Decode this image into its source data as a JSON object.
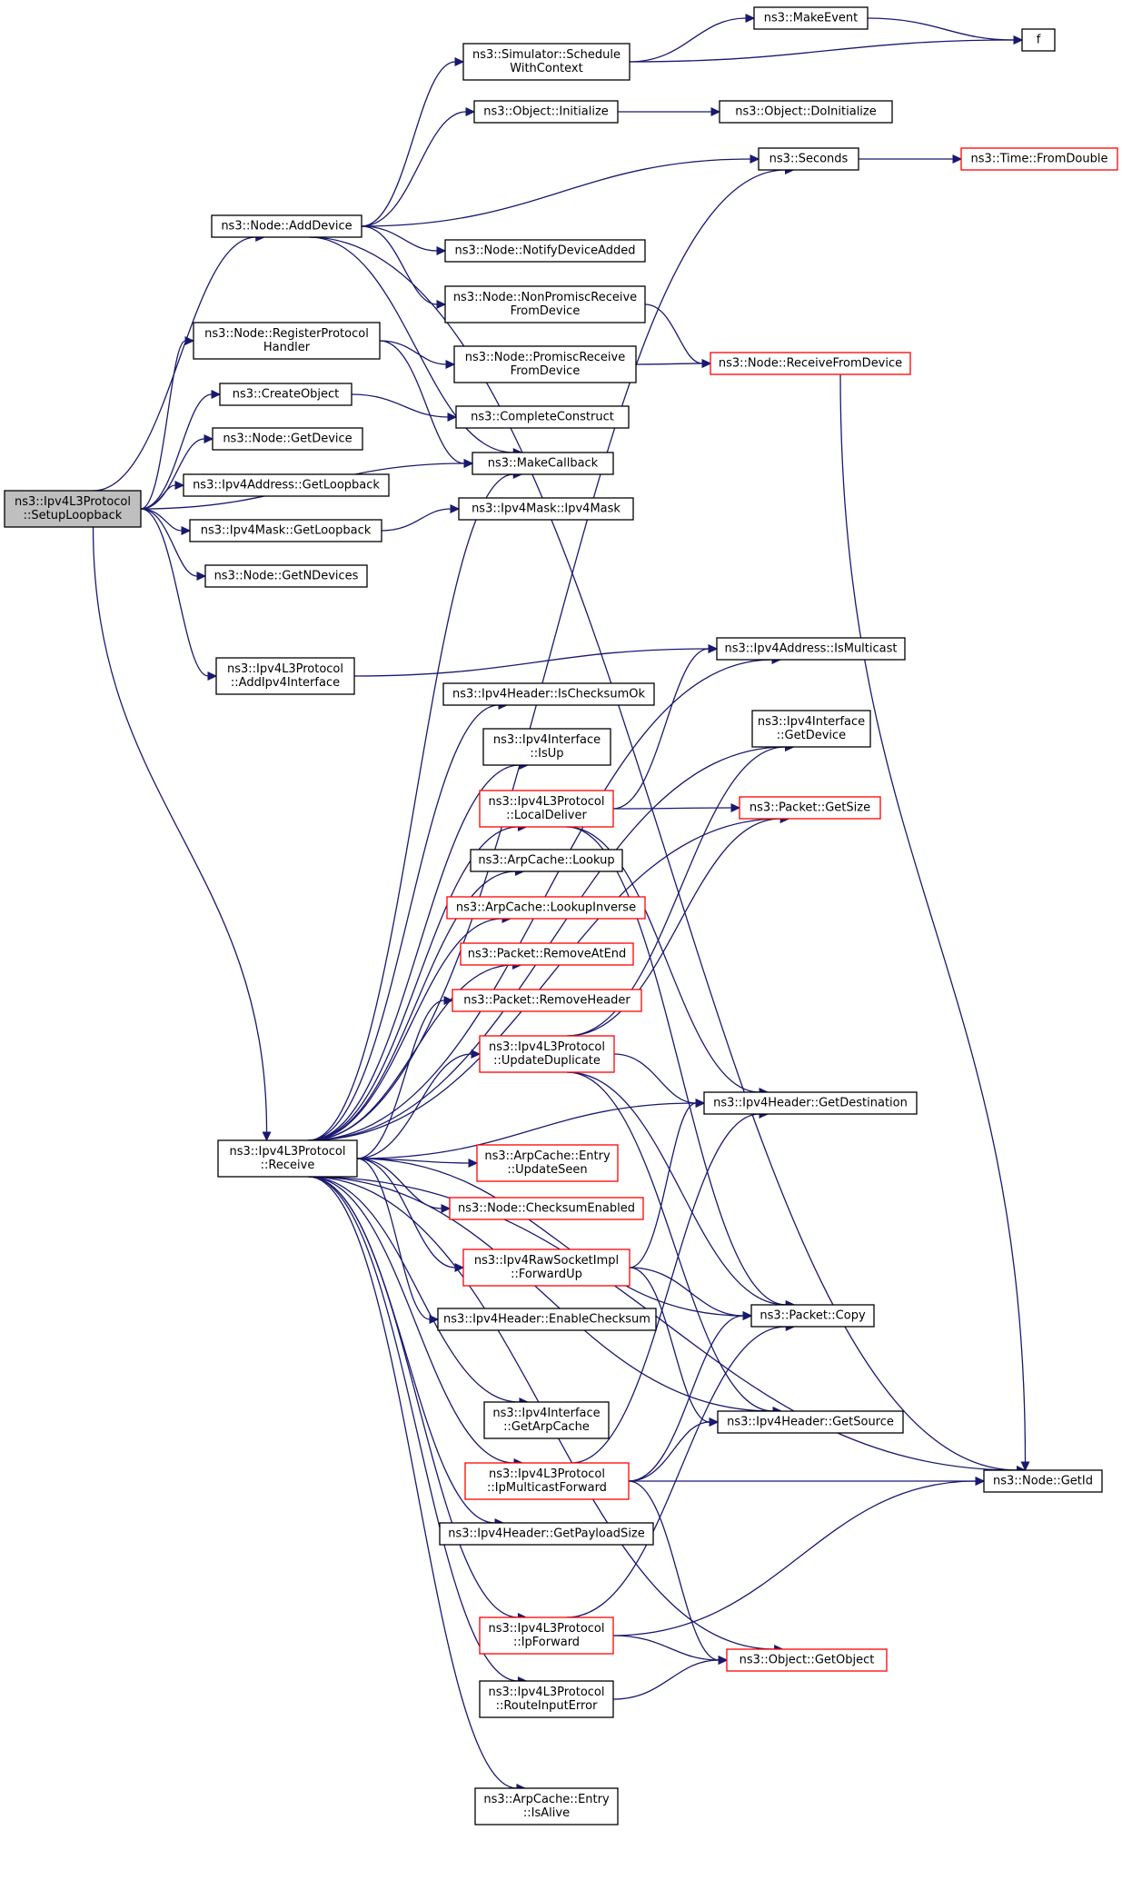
{
  "colors": {
    "edge": "#191970",
    "red_border": "#ff0000",
    "root_fill": "#bfbfbf"
  },
  "nodes": [
    {
      "id": "setup",
      "lines": [
        "ns3::Ipv4L3Protocol",
        "::SetupLoopback"
      ],
      "style": "root"
    },
    {
      "id": "adddev",
      "lines": [
        "ns3::Node::AddDevice"
      ],
      "style": "black"
    },
    {
      "id": "regproto",
      "lines": [
        "ns3::Node::RegisterProtocol",
        "Handler"
      ],
      "style": "black"
    },
    {
      "id": "createobj",
      "lines": [
        "ns3::CreateObject"
      ],
      "style": "black"
    },
    {
      "id": "getdevice",
      "lines": [
        "ns3::Node::GetDevice"
      ],
      "style": "black"
    },
    {
      "id": "addrloop",
      "lines": [
        "ns3::Ipv4Address::GetLoopback"
      ],
      "style": "black"
    },
    {
      "id": "maskloop",
      "lines": [
        "ns3::Ipv4Mask::GetLoopback"
      ],
      "style": "black"
    },
    {
      "id": "getndev",
      "lines": [
        "ns3::Node::GetNDevices"
      ],
      "style": "black"
    },
    {
      "id": "addif",
      "lines": [
        "ns3::Ipv4L3Protocol",
        "::AddIpv4Interface"
      ],
      "style": "black"
    },
    {
      "id": "receive",
      "lines": [
        "ns3::Ipv4L3Protocol",
        "::Receive"
      ],
      "style": "black"
    },
    {
      "id": "schedule",
      "lines": [
        "ns3::Simulator::Schedule",
        "WithContext"
      ],
      "style": "black"
    },
    {
      "id": "makeevent",
      "lines": [
        "ns3::MakeEvent"
      ],
      "style": "black"
    },
    {
      "id": "f",
      "lines": [
        "f"
      ],
      "style": "black"
    },
    {
      "id": "init",
      "lines": [
        "ns3::Object::Initialize"
      ],
      "style": "black"
    },
    {
      "id": "doinit",
      "lines": [
        "ns3::Object::DoInitialize"
      ],
      "style": "black"
    },
    {
      "id": "seconds",
      "lines": [
        "ns3::Seconds"
      ],
      "style": "black"
    },
    {
      "id": "fromdouble",
      "lines": [
        "ns3::Time::FromDouble"
      ],
      "style": "red"
    },
    {
      "id": "notifyadded",
      "lines": [
        "ns3::Node::NotifyDeviceAdded"
      ],
      "style": "black"
    },
    {
      "id": "nonpromisc",
      "lines": [
        "ns3::Node::NonPromiscReceive",
        "FromDevice"
      ],
      "style": "black"
    },
    {
      "id": "promisc",
      "lines": [
        "ns3::Node::PromiscReceive",
        "FromDevice"
      ],
      "style": "black"
    },
    {
      "id": "recvfromdev",
      "lines": [
        "ns3::Node::ReceiveFromDevice"
      ],
      "style": "red"
    },
    {
      "id": "completeconstruct",
      "lines": [
        "ns3::CompleteConstruct"
      ],
      "style": "black"
    },
    {
      "id": "makecallback",
      "lines": [
        "ns3::MakeCallback"
      ],
      "style": "black"
    },
    {
      "id": "ipv4mask",
      "lines": [
        "ns3::Ipv4Mask::Ipv4Mask"
      ],
      "style": "black"
    },
    {
      "id": "ismulticast",
      "lines": [
        "ns3::Ipv4Address::IsMulticast"
      ],
      "style": "black"
    },
    {
      "id": "checksumok",
      "lines": [
        "ns3::Ipv4Header::IsChecksumOk"
      ],
      "style": "black"
    },
    {
      "id": "ifgetdev",
      "lines": [
        "ns3::Ipv4Interface",
        "::GetDevice"
      ],
      "style": "black"
    },
    {
      "id": "isup",
      "lines": [
        "ns3::Ipv4Interface",
        "::IsUp"
      ],
      "style": "black"
    },
    {
      "id": "localdeliver",
      "lines": [
        "ns3::Ipv4L3Protocol",
        "::LocalDeliver"
      ],
      "style": "red"
    },
    {
      "id": "getsize",
      "lines": [
        "ns3::Packet::GetSize"
      ],
      "style": "red"
    },
    {
      "id": "lookup",
      "lines": [
        "ns3::ArpCache::Lookup"
      ],
      "style": "black"
    },
    {
      "id": "lookupinv",
      "lines": [
        "ns3::ArpCache::LookupInverse"
      ],
      "style": "red"
    },
    {
      "id": "removeatend",
      "lines": [
        "ns3::Packet::RemoveAtEnd"
      ],
      "style": "red"
    },
    {
      "id": "removeheader",
      "lines": [
        "ns3::Packet::RemoveHeader"
      ],
      "style": "red"
    },
    {
      "id": "updatedup",
      "lines": [
        "ns3::Ipv4L3Protocol",
        "::UpdateDuplicate"
      ],
      "style": "red"
    },
    {
      "id": "getdest",
      "lines": [
        "ns3::Ipv4Header::GetDestination"
      ],
      "style": "black"
    },
    {
      "id": "updateseen",
      "lines": [
        "ns3::ArpCache::Entry",
        "::UpdateSeen"
      ],
      "style": "red"
    },
    {
      "id": "checksumenabled",
      "lines": [
        "ns3::Node::ChecksumEnabled"
      ],
      "style": "red"
    },
    {
      "id": "forwardup",
      "lines": [
        "ns3::Ipv4RawSocketImpl",
        "::ForwardUp"
      ],
      "style": "red"
    },
    {
      "id": "enablechecksum",
      "lines": [
        "ns3::Ipv4Header::EnableChecksum"
      ],
      "style": "black"
    },
    {
      "id": "copy",
      "lines": [
        "ns3::Packet::Copy"
      ],
      "style": "black"
    },
    {
      "id": "getarpcache",
      "lines": [
        "ns3::Ipv4Interface",
        "::GetArpCache"
      ],
      "style": "black"
    },
    {
      "id": "getsource",
      "lines": [
        "ns3::Ipv4Header::GetSource"
      ],
      "style": "black"
    },
    {
      "id": "ipmcast",
      "lines": [
        "ns3::Ipv4L3Protocol",
        "::IpMulticastForward"
      ],
      "style": "red"
    },
    {
      "id": "getid",
      "lines": [
        "ns3::Node::GetId"
      ],
      "style": "black"
    },
    {
      "id": "payloadsize",
      "lines": [
        "ns3::Ipv4Header::GetPayloadSize"
      ],
      "style": "black"
    },
    {
      "id": "ipforward",
      "lines": [
        "ns3::Ipv4L3Protocol",
        "::IpForward"
      ],
      "style": "red"
    },
    {
      "id": "getobject",
      "lines": [
        "ns3::Object::GetObject"
      ],
      "style": "red"
    },
    {
      "id": "routeinputerror",
      "lines": [
        "ns3::Ipv4L3Protocol",
        "::RouteInputError"
      ],
      "style": "black"
    },
    {
      "id": "isalive",
      "lines": [
        "ns3::ArpCache::Entry",
        "::IsAlive"
      ],
      "style": "black"
    }
  ],
  "edges": [
    [
      "setup",
      "adddev"
    ],
    [
      "setup",
      "regproto"
    ],
    [
      "setup",
      "createobj"
    ],
    [
      "setup",
      "getdevice"
    ],
    [
      "setup",
      "addrloop"
    ],
    [
      "setup",
      "maskloop"
    ],
    [
      "setup",
      "getndev"
    ],
    [
      "setup",
      "addif"
    ],
    [
      "setup",
      "receive"
    ],
    [
      "setup",
      "makecallback"
    ],
    [
      "adddev",
      "schedule"
    ],
    [
      "adddev",
      "init"
    ],
    [
      "adddev",
      "seconds"
    ],
    [
      "adddev",
      "notifyadded"
    ],
    [
      "adddev",
      "nonpromisc"
    ],
    [
      "adddev",
      "makecallback"
    ],
    [
      "adddev",
      "getid"
    ],
    [
      "schedule",
      "makeevent"
    ],
    [
      "schedule",
      "f"
    ],
    [
      "makeevent",
      "f"
    ],
    [
      "init",
      "doinit"
    ],
    [
      "seconds",
      "fromdouble"
    ],
    [
      "regproto",
      "promisc"
    ],
    [
      "regproto",
      "makecallback"
    ],
    [
      "nonpromisc",
      "recvfromdev"
    ],
    [
      "promisc",
      "recvfromdev"
    ],
    [
      "recvfromdev",
      "getid"
    ],
    [
      "createobj",
      "completeconstruct"
    ],
    [
      "maskloop",
      "ipv4mask"
    ],
    [
      "addif",
      "ismulticast"
    ],
    [
      "receive",
      "makecallback"
    ],
    [
      "receive",
      "seconds"
    ],
    [
      "receive",
      "ismulticast"
    ],
    [
      "receive",
      "checksumok"
    ],
    [
      "receive",
      "ifgetdev"
    ],
    [
      "receive",
      "isup"
    ],
    [
      "receive",
      "localdeliver"
    ],
    [
      "receive",
      "getsize"
    ],
    [
      "receive",
      "lookup"
    ],
    [
      "receive",
      "lookupinv"
    ],
    [
      "receive",
      "removeatend"
    ],
    [
      "receive",
      "removeheader"
    ],
    [
      "receive",
      "updatedup"
    ],
    [
      "receive",
      "getdest"
    ],
    [
      "receive",
      "updateseen"
    ],
    [
      "receive",
      "checksumenabled"
    ],
    [
      "receive",
      "forwardup"
    ],
    [
      "receive",
      "enablechecksum"
    ],
    [
      "receive",
      "copy"
    ],
    [
      "receive",
      "getarpcache"
    ],
    [
      "receive",
      "getsource"
    ],
    [
      "receive",
      "ipmcast"
    ],
    [
      "receive",
      "payloadsize"
    ],
    [
      "receive",
      "ipforward"
    ],
    [
      "receive",
      "getobject"
    ],
    [
      "receive",
      "routeinputerror"
    ],
    [
      "receive",
      "isalive"
    ],
    [
      "receive",
      "getid"
    ],
    [
      "localdeliver",
      "ismulticast"
    ],
    [
      "localdeliver",
      "getsize"
    ],
    [
      "localdeliver",
      "getdest"
    ],
    [
      "localdeliver",
      "copy"
    ],
    [
      "updatedup",
      "getsize"
    ],
    [
      "updatedup",
      "ifgetdev"
    ],
    [
      "updatedup",
      "getdest"
    ],
    [
      "updatedup",
      "copy"
    ],
    [
      "updatedup",
      "getsource"
    ],
    [
      "forwardup",
      "getdest"
    ],
    [
      "forwardup",
      "copy"
    ],
    [
      "forwardup",
      "getsource"
    ],
    [
      "ipmcast",
      "copy"
    ],
    [
      "ipmcast",
      "getsource"
    ],
    [
      "ipmcast",
      "getid"
    ],
    [
      "ipmcast",
      "getobject"
    ],
    [
      "ipmcast",
      "getdest"
    ],
    [
      "ipforward",
      "getid"
    ],
    [
      "ipforward",
      "getobject"
    ],
    [
      "ipforward",
      "copy"
    ],
    [
      "routeinputerror",
      "getobject"
    ]
  ]
}
